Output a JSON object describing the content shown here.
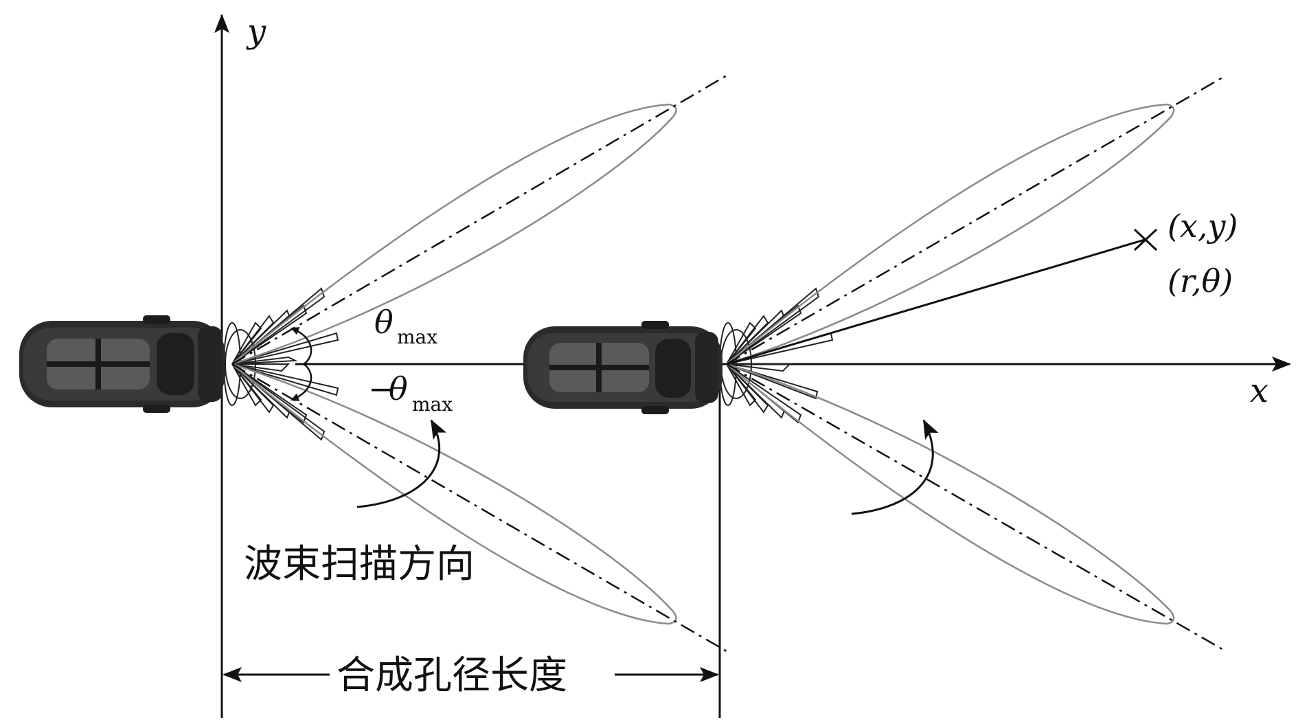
{
  "labels": {
    "x_axis": "x",
    "y_axis": "y",
    "theta_symbol": "θ",
    "theta_max_sub": "max",
    "neg_theta_prefix": "−",
    "target_xy": "(x,y)",
    "target_rtheta": "(r,θ)",
    "scan_direction": "波束扫描方向",
    "synthetic_aperture": "合成孔径长度"
  },
  "colors": {
    "ink": "#111111",
    "lobe_outline": "#8a8a8a",
    "car_body": "#2b2b2b",
    "car_glass": "#5a5a5a"
  },
  "icons": [
    "car-icon",
    "target-cross-icon",
    "curved-arrow-icon"
  ]
}
